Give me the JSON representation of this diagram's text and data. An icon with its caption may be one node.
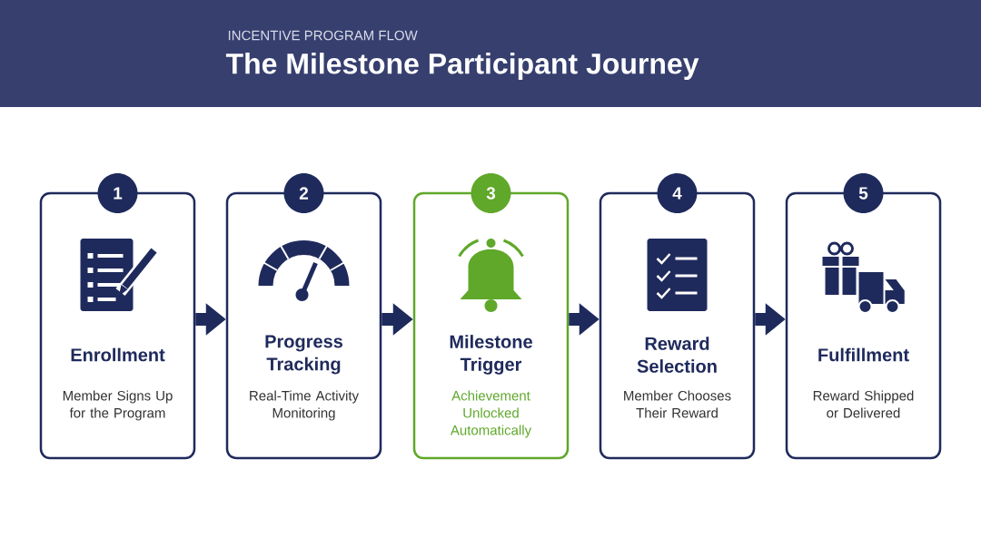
{
  "diagram": {
    "title": "The Milestone Participant Journey",
    "nodes": [
      {
        "text": [
          "1",
          "Enrollment",
          "Member Signs Up for the Program"
        ]
      },
      {
        "text": [
          "2",
          "Progress Tracking",
          "Real-Time Activity Monitoring"
        ]
      },
      {
        "text": [
          "3",
          "Milestone Trigger",
          "Achievement Unlocked Automatically"
        ]
      },
      {
        "text": [
          "4",
          "Reward Selection",
          "Member Chooses Their Reward"
        ]
      },
      {
        "text": [
          "5",
          "Fulfillment",
          "Reward Shipped or Delivered"
        ]
      }
    ],
    "edges": [
      {
        "from": 0,
        "to": 1,
        "arrow": "to"
      },
      {
        "from": 1,
        "to": 2,
        "arrow": "to"
      },
      {
        "from": 2,
        "to": 3,
        "arrow": "to"
      },
      {
        "from": 3,
        "to": 4,
        "arrow": "to"
      }
    ],
    "labels": [
      "INCENTIVE PROGRAM FLOW"
    ]
  }
}
